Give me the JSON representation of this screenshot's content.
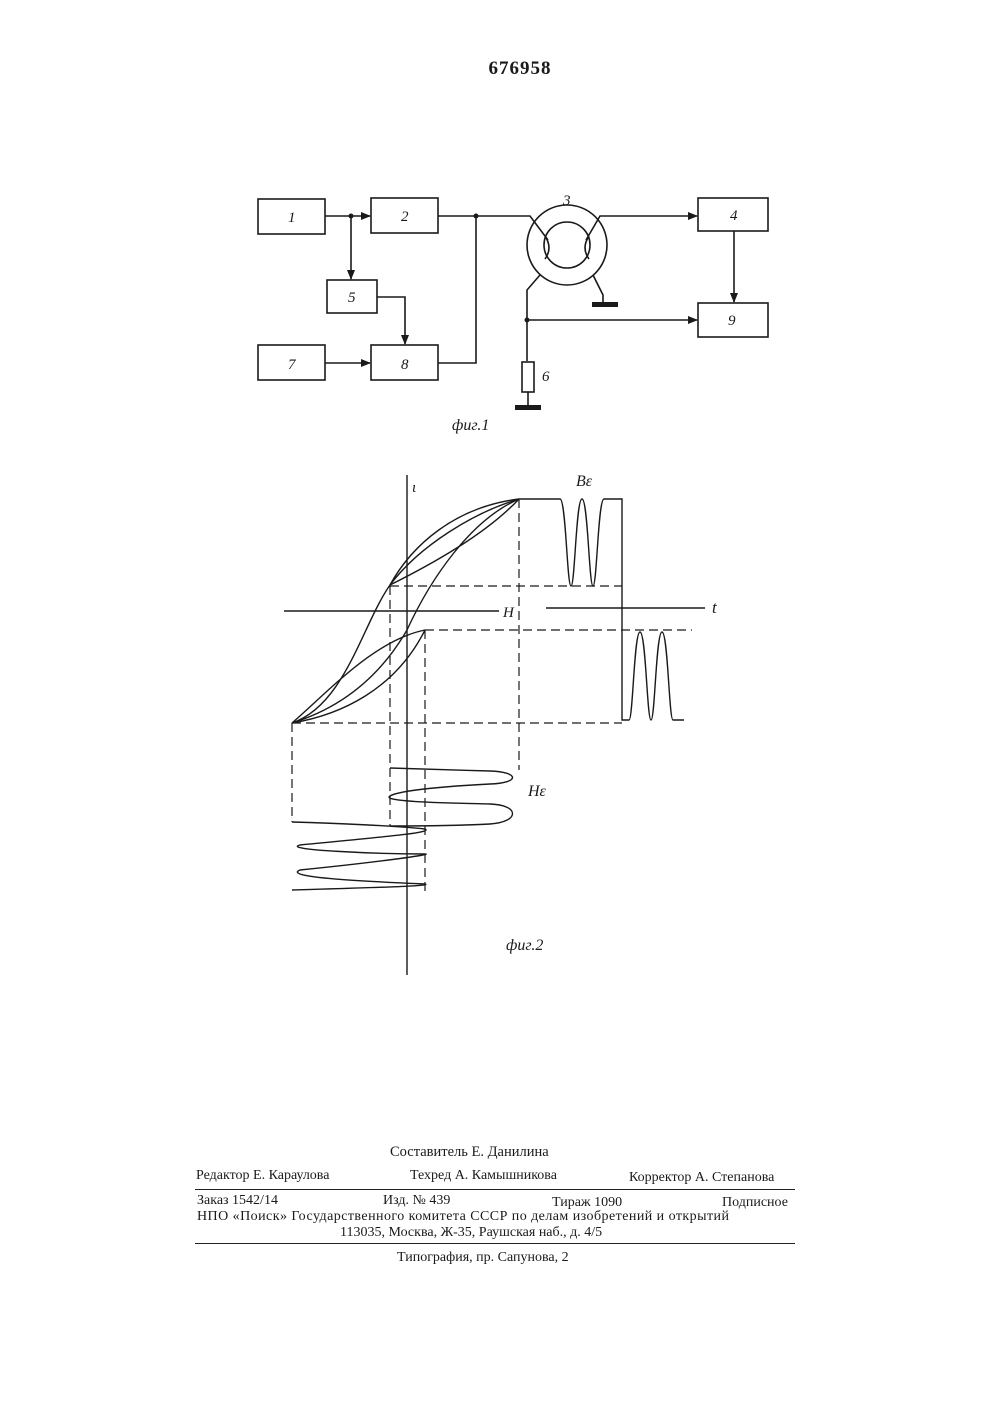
{
  "header": {
    "patent_number": "676958"
  },
  "fig1": {
    "caption": "фиг.1",
    "blocks": {
      "b1": "1",
      "b2": "2",
      "b3": "3",
      "b4": "4",
      "b5": "5",
      "b6": "6",
      "b7": "7",
      "b8": "8",
      "b9": "9"
    }
  },
  "fig2": {
    "caption": "фиг.2",
    "labels": {
      "b_axis": "ι",
      "h_axis": "H",
      "t_axis": "t",
      "b_sigma": "Bε",
      "h_sigma": "Hε"
    }
  },
  "footer": {
    "compiler": "Составитель Е. Данилина",
    "editor": "Редактор Е. Караулова",
    "techred": "Техред А. Камышникова",
    "corrector": "Корректор А. Степанова",
    "order": "Заказ 1542/14",
    "izd": "Изд. № 439",
    "tirazh": "Тираж 1090",
    "podpisnoe": "Подписное",
    "org": "НПО «Поиск» Государственного комитета СССР по делам изобретений и открытий",
    "address": "113035, Москва, Ж-35, Раушская наб., д. 4/5",
    "printing": "Типография, пр. Сапунова, 2"
  }
}
